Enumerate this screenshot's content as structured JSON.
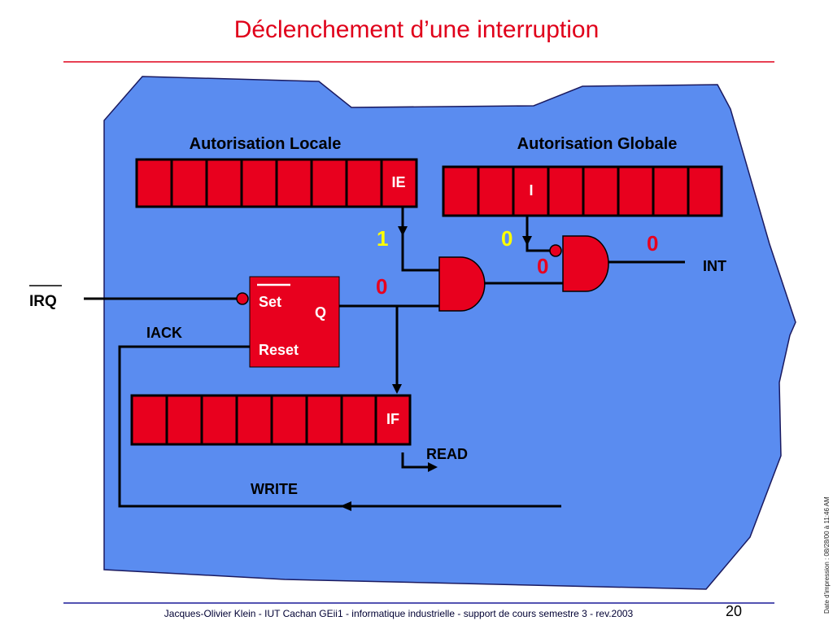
{
  "slide": {
    "title": "Déclenchement d’une interruption",
    "footer": "Jacques-Olivier Klein - IUT Cachan GEii1 - informatique industrielle - support de cours semestre 3 - rev.2003",
    "page_number": "20",
    "print_date": "Date d'impression : 08/28/00 à 11:46 AM"
  },
  "diagram": {
    "local_enable_title": "Autorisation Locale",
    "global_enable_title": "Autorisation Globale",
    "ie_bit_label": "IE",
    "i_bit_label": "I",
    "if_bit_label": "IF",
    "irq_label": "IRQ",
    "iack_label": "IACK",
    "flipflop": {
      "set_label": "Set",
      "reset_label": "Reset",
      "q_label": "Q"
    },
    "int_label": "INT",
    "read_label": "READ",
    "write_label": "WRITE",
    "value_ie": "1",
    "value_i": "0",
    "value_q": "0",
    "value_and1_out": "0",
    "value_int": "0"
  },
  "colors": {
    "title": "#e0001a",
    "background_blob": "#5a8cf0",
    "register_fill": "#e8001e",
    "gate_fill": "#e8001e",
    "value_yellow": "#ffff00",
    "value_red": "#e8001e",
    "rule_red": "#e0001a",
    "rule_blue": "#1a1a99"
  }
}
